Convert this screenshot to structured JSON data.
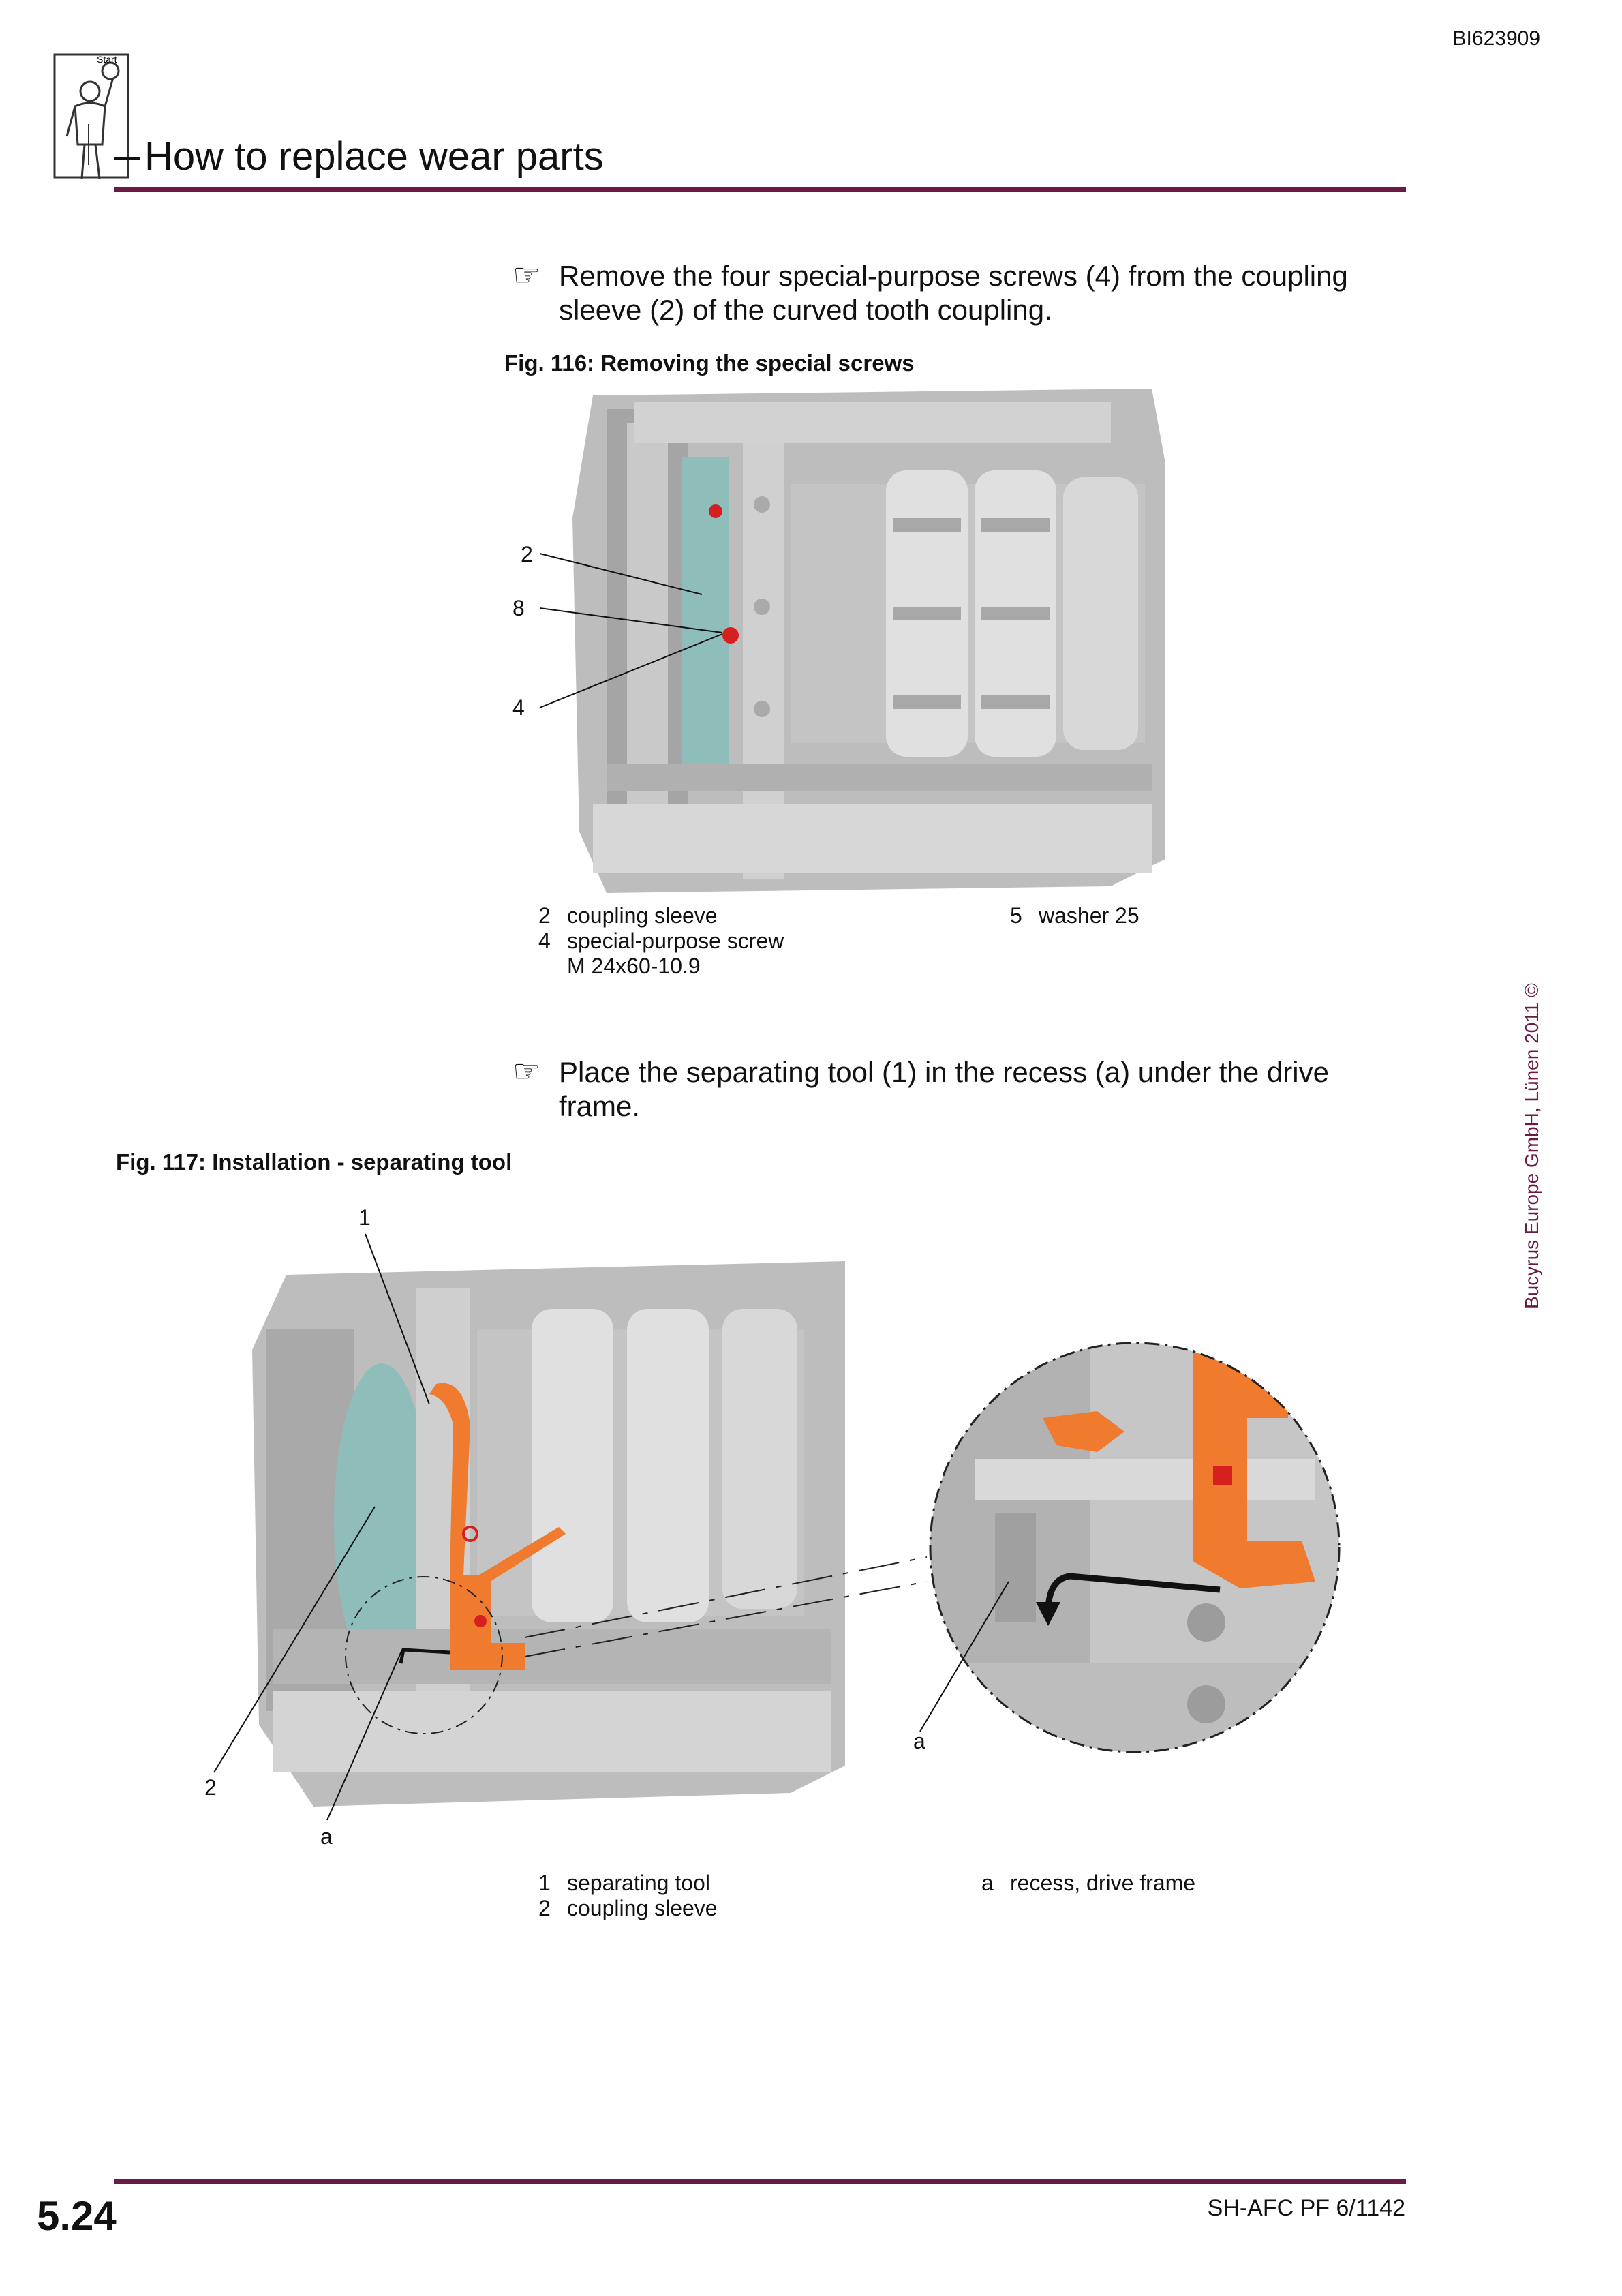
{
  "header": {
    "doc_id": "BI623909",
    "title": "How to replace wear parts",
    "start_icon_label": "Start"
  },
  "step1": {
    "text": "Remove the four special-purpose screws (4) from the coupling sleeve (2) of the curved tooth coupling."
  },
  "fig116": {
    "title": "Fig. 116: Removing the special screws",
    "callouts": [
      "2",
      "8",
      "4"
    ],
    "legend_left": [
      {
        "num": "2",
        "text": "coupling sleeve"
      },
      {
        "num": "4",
        "text": "special-purpose screw",
        "text2": "M 24x60-10.9"
      }
    ],
    "legend_right": [
      {
        "num": "5",
        "text": "washer 25"
      }
    ]
  },
  "step2": {
    "text": "Place the separating tool (1) in the recess (a) under the drive frame."
  },
  "fig117": {
    "title": "Fig. 117: Installation - separating tool",
    "callouts": [
      "1",
      "2",
      "a",
      "a"
    ],
    "legend_left": [
      {
        "num": "1",
        "text": "separating tool"
      },
      {
        "num": "2",
        "text": "coupling sleeve"
      }
    ],
    "legend_right": [
      {
        "num": "a",
        "text": "recess, drive frame"
      }
    ]
  },
  "footer": {
    "page_number": "5.24",
    "doc_code": "SH-AFC PF 6/1142",
    "copyright": "Bucyrus Europe GmbH, Lünen 2011"
  },
  "colors": {
    "accent": "#6b1a45",
    "tool_orange": "#f07a2e",
    "sleeve_teal": "#8fbdba",
    "screw_red": "#d62020"
  }
}
